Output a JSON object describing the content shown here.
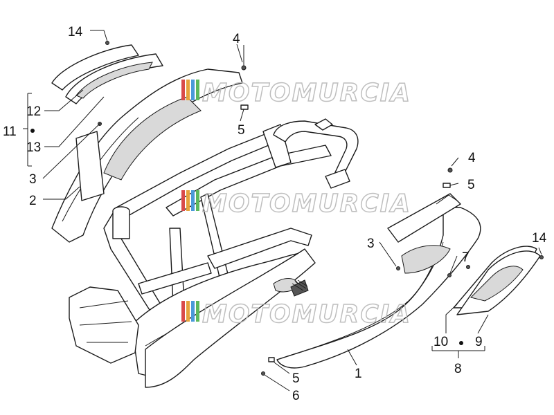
{
  "watermark": {
    "text": "MOTOMURCIA",
    "colors": [
      "#d94a4a",
      "#e6a23c",
      "#4a9ad9",
      "#5cb85c"
    ]
  },
  "callouts": {
    "c1": "1",
    "c2": "2",
    "c3a": "3",
    "c3b": "3",
    "c4a": "4",
    "c4b": "4",
    "c5a": "5",
    "c5b": "5",
    "c5c": "5",
    "c6": "6",
    "c7": "7",
    "c8": "8",
    "c9": "9",
    "c10": "10",
    "c11": "11",
    "c12": "12",
    "c13": "13",
    "c14a": "14",
    "c14b": "14"
  }
}
